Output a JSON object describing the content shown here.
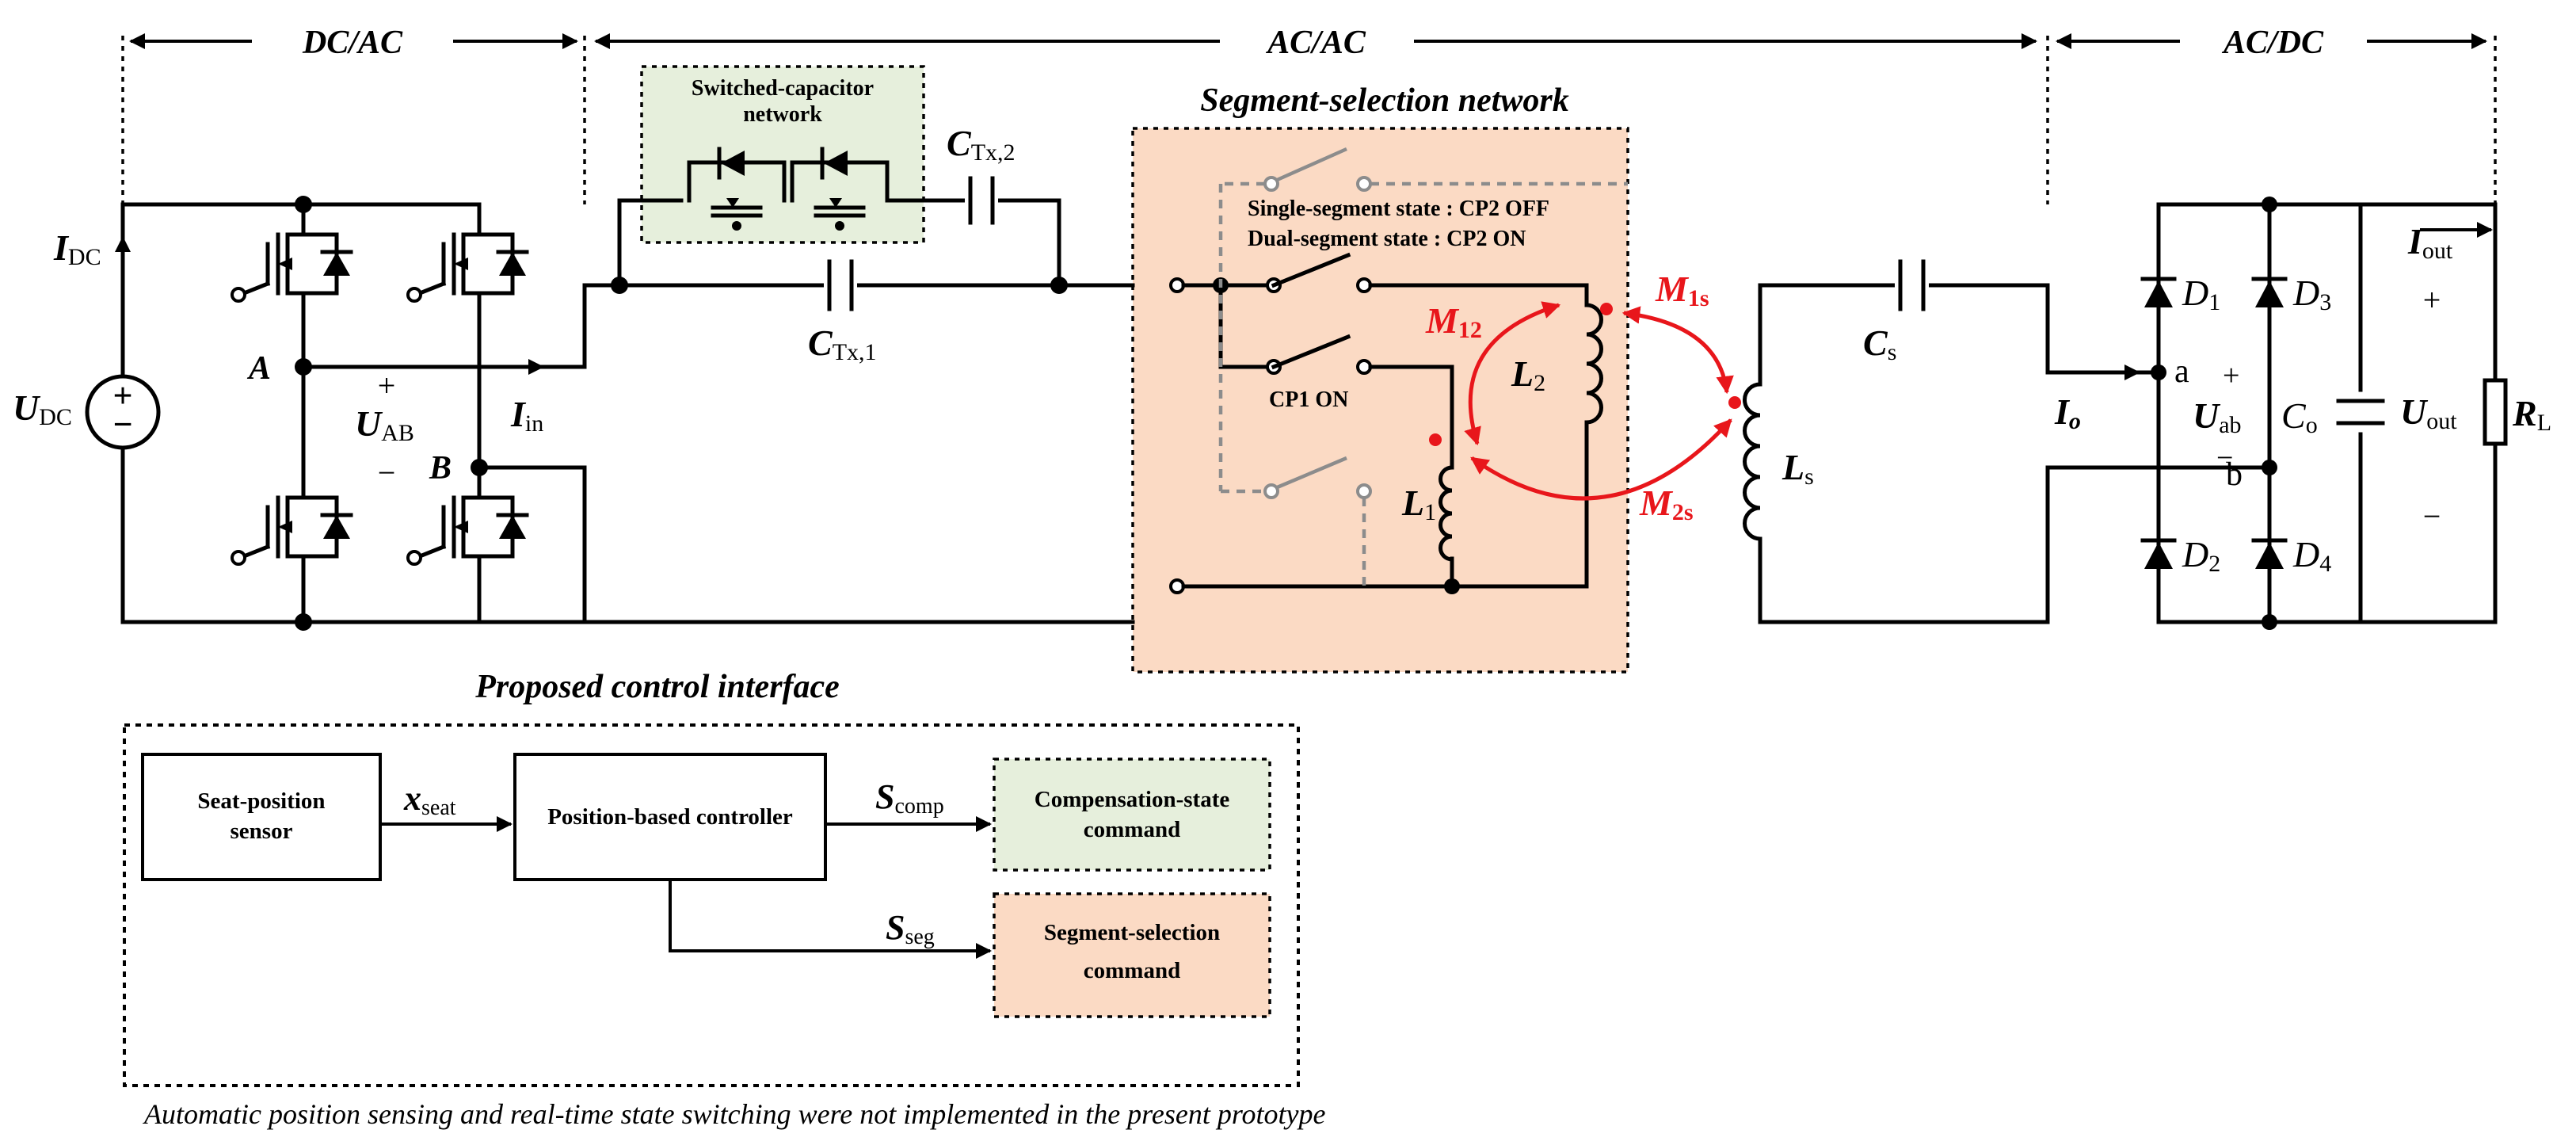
{
  "stages": {
    "dcac": "DC/AC",
    "acac": "AC/AC",
    "acdc": "AC/DC"
  },
  "switched_cap": {
    "title_line1": "Switched-capacitor",
    "title_line2": "network"
  },
  "segment_selection": {
    "title": "Segment-selection network",
    "single_state": "Single-segment state : CP2 OFF",
    "dual_state": "Dual-segment state : CP2 ON",
    "cp1": "CP1 ON"
  },
  "labels": {
    "i_dc_main": "I",
    "i_dc_sub": "DC",
    "u_dc_main": "U",
    "u_dc_sub": "DC",
    "node_a": "A",
    "node_b": "B",
    "u_ab_main": "U",
    "u_ab_sub": "AB",
    "plus": "+",
    "minus": "−",
    "i_in_main": "I",
    "i_in_sub": "in",
    "ctx1_main": "C",
    "ctx1_sub": "Tx,1",
    "ctx2_main": "C",
    "ctx2_sub": "Tx,2",
    "m12_main": "M",
    "m12_sub": "12",
    "m1s_main": "M",
    "m1s_sub": "1s",
    "m2s_main": "M",
    "m2s_sub": "2s",
    "l1_main": "L",
    "l1_sub": "1",
    "l2_main": "L",
    "l2_sub": "2",
    "ls_main": "L",
    "ls_sub": "s",
    "cs_main": "C",
    "cs_sub": "s",
    "io_main": "I",
    "io_sub": "o",
    "node_a_low": "a",
    "node_b_low": "b",
    "uab_low_main": "U",
    "uab_low_sub": "ab",
    "d1_main": "D",
    "d1_sub": "1",
    "d2_main": "D",
    "d2_sub": "2",
    "d3_main": "D",
    "d3_sub": "3",
    "d4_main": "D",
    "d4_sub": "4",
    "co_main": "C",
    "co_sub": "o",
    "iout_main": "I",
    "iout_sub": "out",
    "uout_main": "U",
    "uout_sub": "out",
    "rl_main": "R",
    "rl_sub": "L"
  },
  "control": {
    "title": "Proposed control interface",
    "sensor_line1": "Seat-position",
    "sensor_line2": "sensor",
    "x_main": "x",
    "x_sub": "seat",
    "controller": "Position-based controller",
    "scomp_main": "S",
    "scomp_sub": "comp",
    "sseg_main": "S",
    "sseg_sub": "seg",
    "comp_cmd_line1": "Compensation-state",
    "comp_cmd_line2": "command",
    "seg_cmd_line1": "Segment-selection",
    "seg_cmd_line2": "command",
    "footnote": "Automatic position sensing and real-time state switching were not implemented in the present prototype"
  },
  "colors": {
    "switched_cap_fill": "#e6efdc",
    "segment_fill": "#fbdac4",
    "mutual_red": "#e8161b",
    "grey_switch": "#8c8c8c"
  }
}
